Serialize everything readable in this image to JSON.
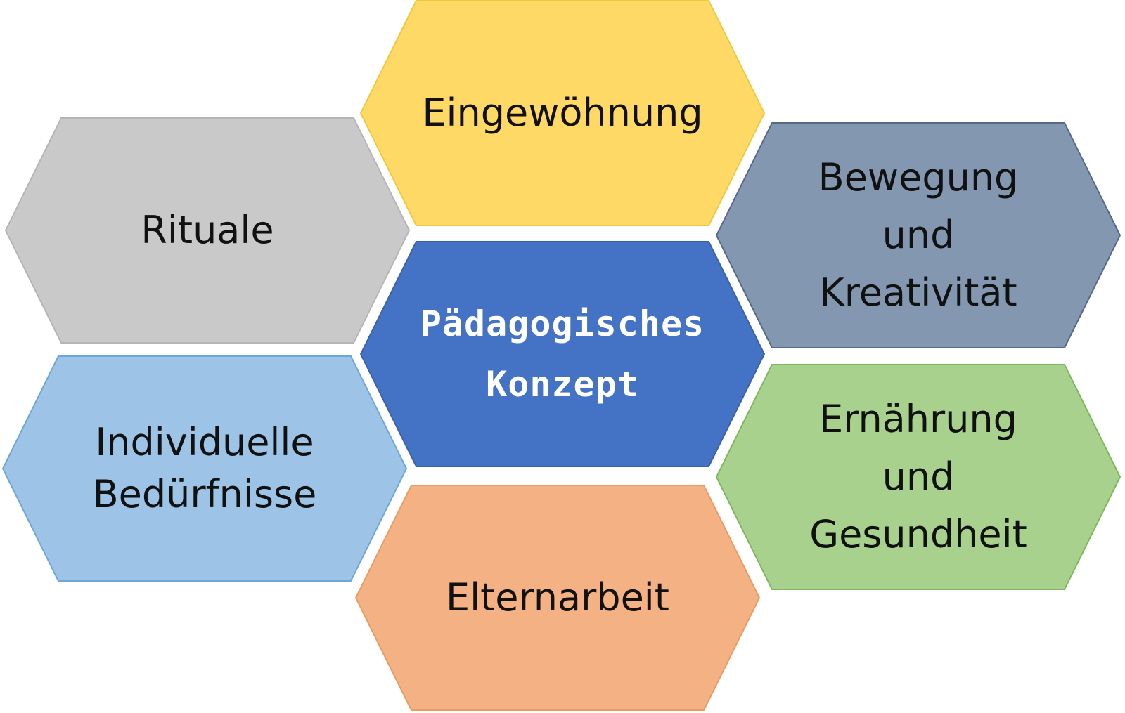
{
  "diagram": {
    "center": {
      "label": "Pädagogisches\nKonzept",
      "color": "#4472C4",
      "stroke": "#3A62A8"
    },
    "hexagons": [
      {
        "id": "eingewoehnung",
        "label": "Eingewöhnung",
        "color": "#FFD966",
        "stroke": "#F0C840"
      },
      {
        "id": "rituale",
        "label": "Rituale",
        "color": "#C9C9C9",
        "stroke": "#B5B5B5"
      },
      {
        "id": "bewegung",
        "label": "Bewegung\nund\nKreativität",
        "color": "#8497B0",
        "stroke": "#55698A"
      },
      {
        "id": "beduerfnisse",
        "label": "Individuelle\nBedürfnisse",
        "color": "#9DC3E6",
        "stroke": "#6FA6DA"
      },
      {
        "id": "ernaehrung",
        "label": "Ernährung\nund\nGesundheit",
        "color": "#A9D18E",
        "stroke": "#7DB85A"
      },
      {
        "id": "elternarbeit",
        "label": "Elternarbeit",
        "color": "#F4B183",
        "stroke": "#EC9A60"
      }
    ]
  }
}
